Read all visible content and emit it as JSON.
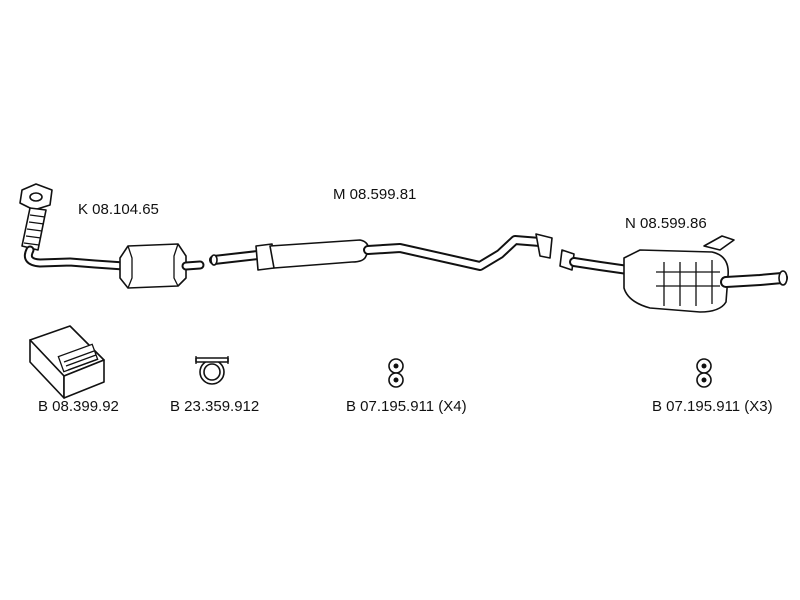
{
  "parts": {
    "front_pipe": "K 08.104.65",
    "middle_silencer": "M 08.599.81",
    "rear_silencer": "N 08.599.86"
  },
  "fittings": {
    "mounting_kit": "B 08.399.92",
    "clamp": "B 23.359.912",
    "hanger_middle": "B 07.195.911 (X4)",
    "hanger_rear": "B 07.195.911 (X3)"
  }
}
